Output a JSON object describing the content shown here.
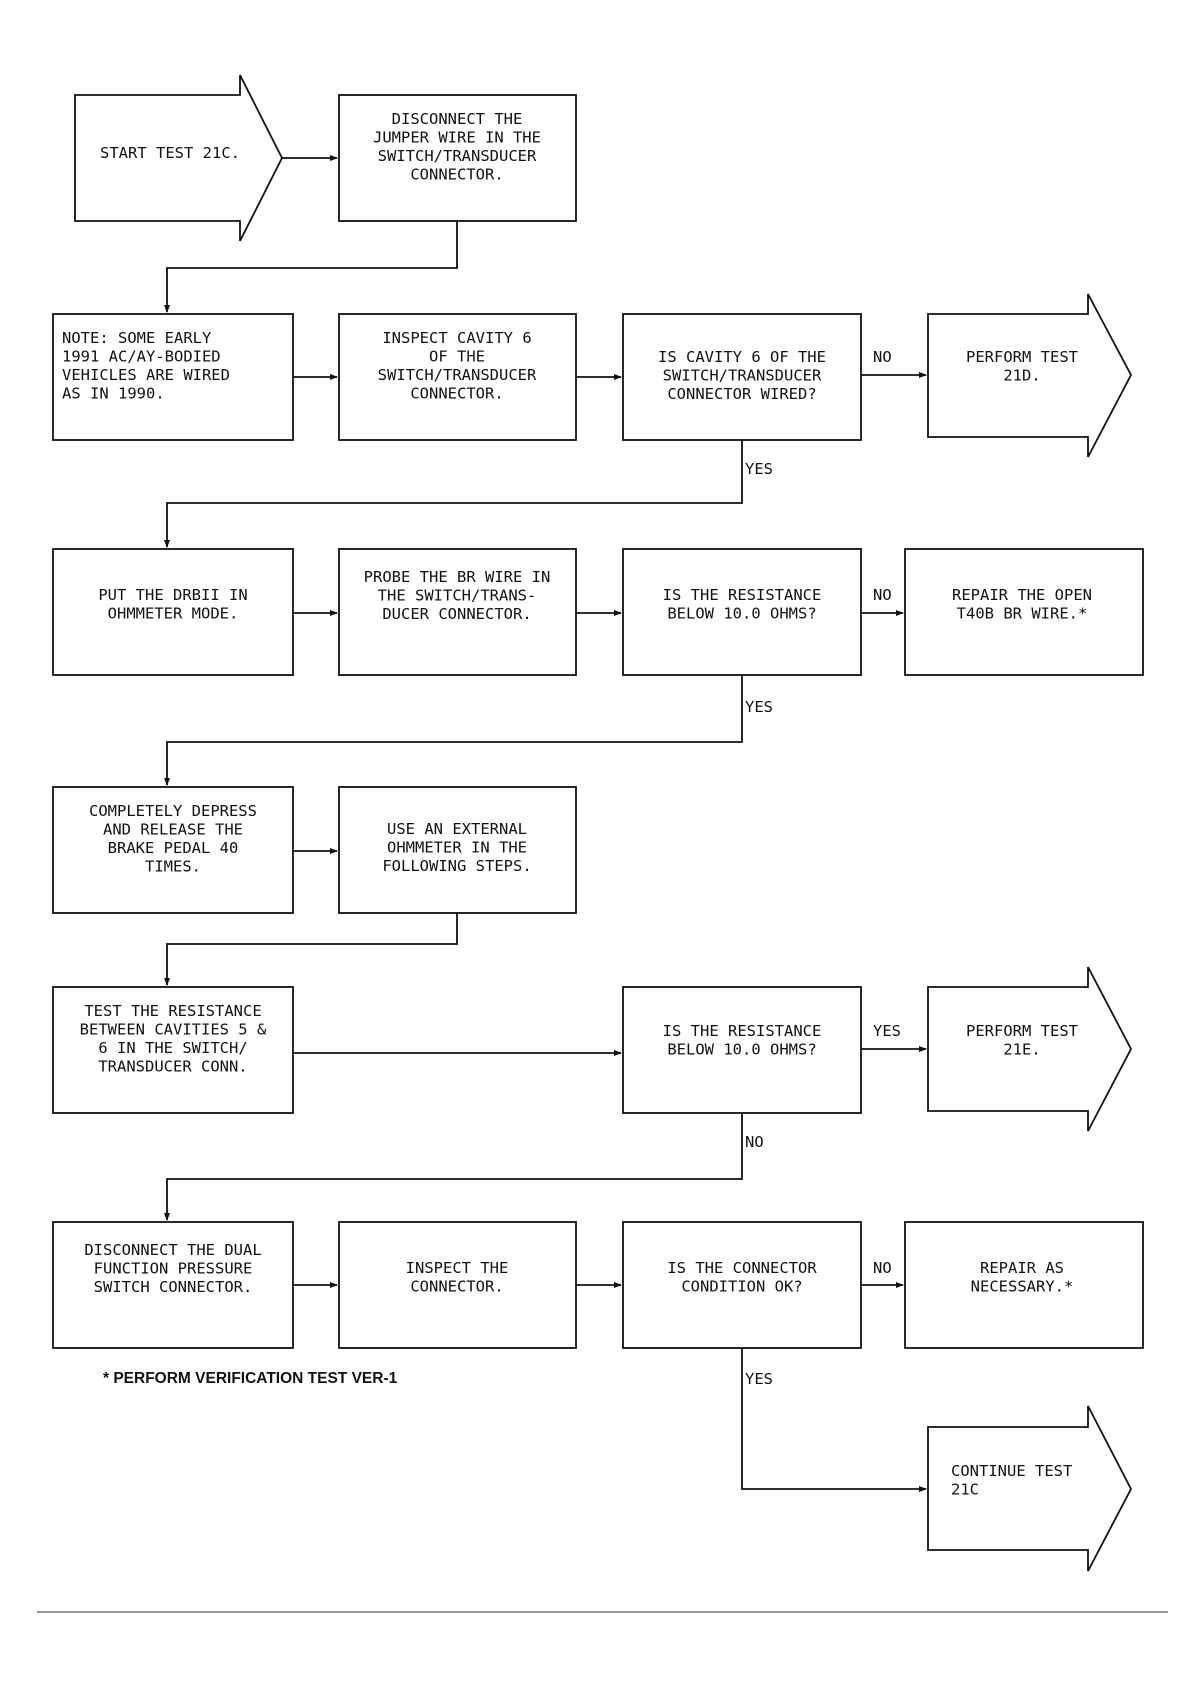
{
  "nodes": {
    "start": [
      "START TEST 21C."
    ],
    "disconnect_jumper": [
      "DISCONNECT THE",
      "JUMPER WIRE IN THE",
      "SWITCH/TRANSDUCER",
      "CONNECTOR."
    ],
    "note": [
      "NOTE:  SOME EARLY",
      "1991 AC/AY-BODIED",
      "VEHICLES ARE WIRED",
      "AS IN 1990."
    ],
    "inspect_cavity": [
      "INSPECT CAVITY 6",
      "OF THE",
      "SWITCH/TRANSDUCER",
      "CONNECTOR."
    ],
    "q_cavity_wired": [
      "IS CAVITY 6 OF THE",
      "SWITCH/TRANSDUCER",
      "CONNECTOR WIRED?"
    ],
    "perform_21d": [
      "PERFORM TEST",
      "21D."
    ],
    "put_drbii": [
      "PUT THE DRBII IN",
      "OHMMETER MODE."
    ],
    "probe_br": [
      "PROBE THE BR WIRE IN",
      "THE SWITCH/TRANS-",
      "DUCER CONNECTOR."
    ],
    "q_resistance_1": [
      "IS THE RESISTANCE",
      "BELOW 10.0 OHMS?"
    ],
    "repair_open": [
      "REPAIR THE OPEN",
      "T40B BR WIRE.*"
    ],
    "depress_pedal": [
      "COMPLETELY DEPRESS",
      "AND RELEASE THE",
      "BRAKE PEDAL 40",
      "TIMES."
    ],
    "external_ohmmeter": [
      "USE AN EXTERNAL",
      "OHMMETER IN THE",
      "FOLLOWING STEPS."
    ],
    "test_cavities": [
      "TEST THE RESISTANCE",
      "BETWEEN CAVITIES 5 &",
      "6 IN THE SWITCH/",
      "TRANSDUCER CONN."
    ],
    "q_resistance_2": [
      "IS THE RESISTANCE",
      "BELOW 10.0 OHMS?"
    ],
    "perform_21e": [
      "PERFORM TEST",
      "21E."
    ],
    "disconnect_dual": [
      "DISCONNECT THE DUAL",
      "FUNCTION PRESSURE",
      "SWITCH CONNECTOR."
    ],
    "inspect_connector": [
      "INSPECT THE",
      "CONNECTOR."
    ],
    "q_connector_ok": [
      "IS THE CONNECTOR",
      "CONDITION OK?"
    ],
    "repair_as_necessary": [
      "REPAIR AS",
      "NECESSARY.*"
    ],
    "continue_21c": [
      "CONTINUE TEST",
      "21C"
    ]
  },
  "labels": {
    "no_1": "NO",
    "yes_1": "YES",
    "no_2": "NO",
    "yes_2": "YES",
    "yes_3": "YES",
    "no_3": "NO",
    "no_4": "NO",
    "yes_4": "YES"
  },
  "footnote": "* PERFORM VERIFICATION TEST VER-1"
}
